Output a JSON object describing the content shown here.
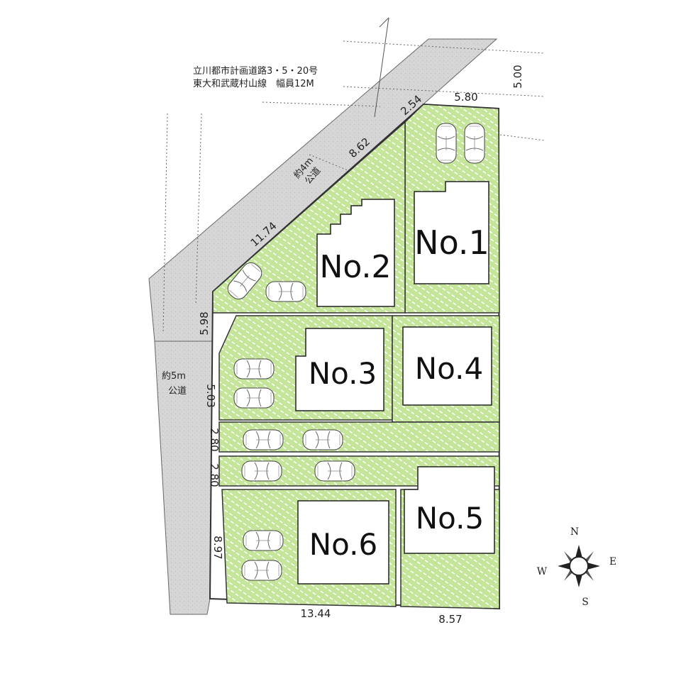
{
  "road_main": {
    "line1": "立川都市計画道路3・5・20号",
    "line2": "東大和武蔵村山線　幅員12M"
  },
  "road_4m": {
    "line1": "約4m",
    "line2": "公道"
  },
  "road_5m": {
    "line1": "約5m",
    "line2": "公道"
  },
  "lots": [
    {
      "label": "No.1"
    },
    {
      "label": "No.2"
    },
    {
      "label": "No.3"
    },
    {
      "label": "No.4"
    },
    {
      "label": "No.5"
    },
    {
      "label": "No.6"
    }
  ],
  "dimensions": {
    "d500": "5.00",
    "d580": "5.80",
    "d254": "2.54",
    "d862": "8.62",
    "d1174": "11.74",
    "d598": "5.98",
    "d503": "5.03",
    "d280a": "2.80",
    "d280b": "2.80",
    "d897": "8.97",
    "d1344": "13.44",
    "d857": "8.57"
  },
  "compass": {
    "n": "N",
    "s": "S",
    "e": "E",
    "w": "W"
  },
  "colors": {
    "lot_green": "#c4e59a",
    "hatch": "#ffffff",
    "road_gray": "#d6d6d6",
    "line": "#333333"
  }
}
